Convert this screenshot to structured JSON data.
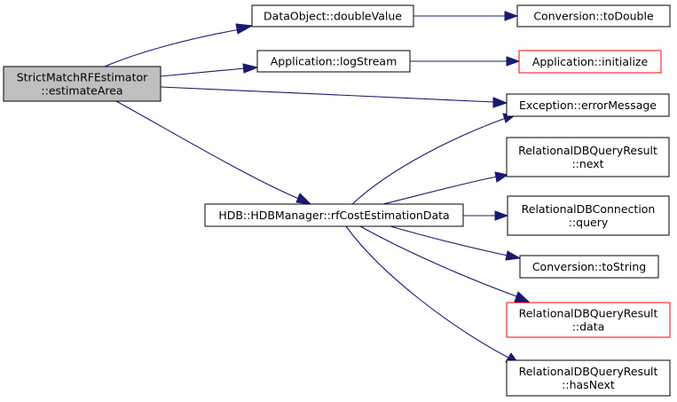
{
  "nodes": {
    "strictmatch": {
      "lines": [
        "StrictMatchRFEstimator",
        "::estimateArea"
      ],
      "style": "root"
    },
    "dataobject": {
      "lines": [
        "DataObject::doubleValue"
      ],
      "style": "normal"
    },
    "applog": {
      "lines": [
        "Application::logStream"
      ],
      "style": "normal"
    },
    "hdb": {
      "lines": [
        "HDB::HDBManager::rfCostEstimationData"
      ],
      "style": "normal"
    },
    "todouble": {
      "lines": [
        "Conversion::toDouble"
      ],
      "style": "normal"
    },
    "appinit": {
      "lines": [
        "Application::initialize"
      ],
      "style": "red"
    },
    "exception": {
      "lines": [
        "Exception::errorMessage"
      ],
      "style": "normal"
    },
    "rdbnext": {
      "lines": [
        "RelationalDBQueryResult",
        "::next"
      ],
      "style": "normal"
    },
    "rdbquery": {
      "lines": [
        "RelationalDBConnection",
        "::query"
      ],
      "style": "normal"
    },
    "tostring": {
      "lines": [
        "Conversion::toString"
      ],
      "style": "normal"
    },
    "rdbdata": {
      "lines": [
        "RelationalDBQueryResult",
        "::data"
      ],
      "style": "red"
    },
    "rdbhasnext": {
      "lines": [
        "RelationalDBQueryResult",
        "::hasNext"
      ],
      "style": "normal"
    }
  },
  "edges": [
    [
      "strictmatch",
      "dataobject"
    ],
    [
      "strictmatch",
      "applog"
    ],
    [
      "strictmatch",
      "exception"
    ],
    [
      "strictmatch",
      "hdb"
    ],
    [
      "dataobject",
      "todouble"
    ],
    [
      "applog",
      "appinit"
    ],
    [
      "hdb",
      "exception"
    ],
    [
      "hdb",
      "rdbnext"
    ],
    [
      "hdb",
      "rdbquery"
    ],
    [
      "hdb",
      "tostring"
    ],
    [
      "hdb",
      "rdbdata"
    ],
    [
      "hdb",
      "rdbhasnext"
    ]
  ]
}
